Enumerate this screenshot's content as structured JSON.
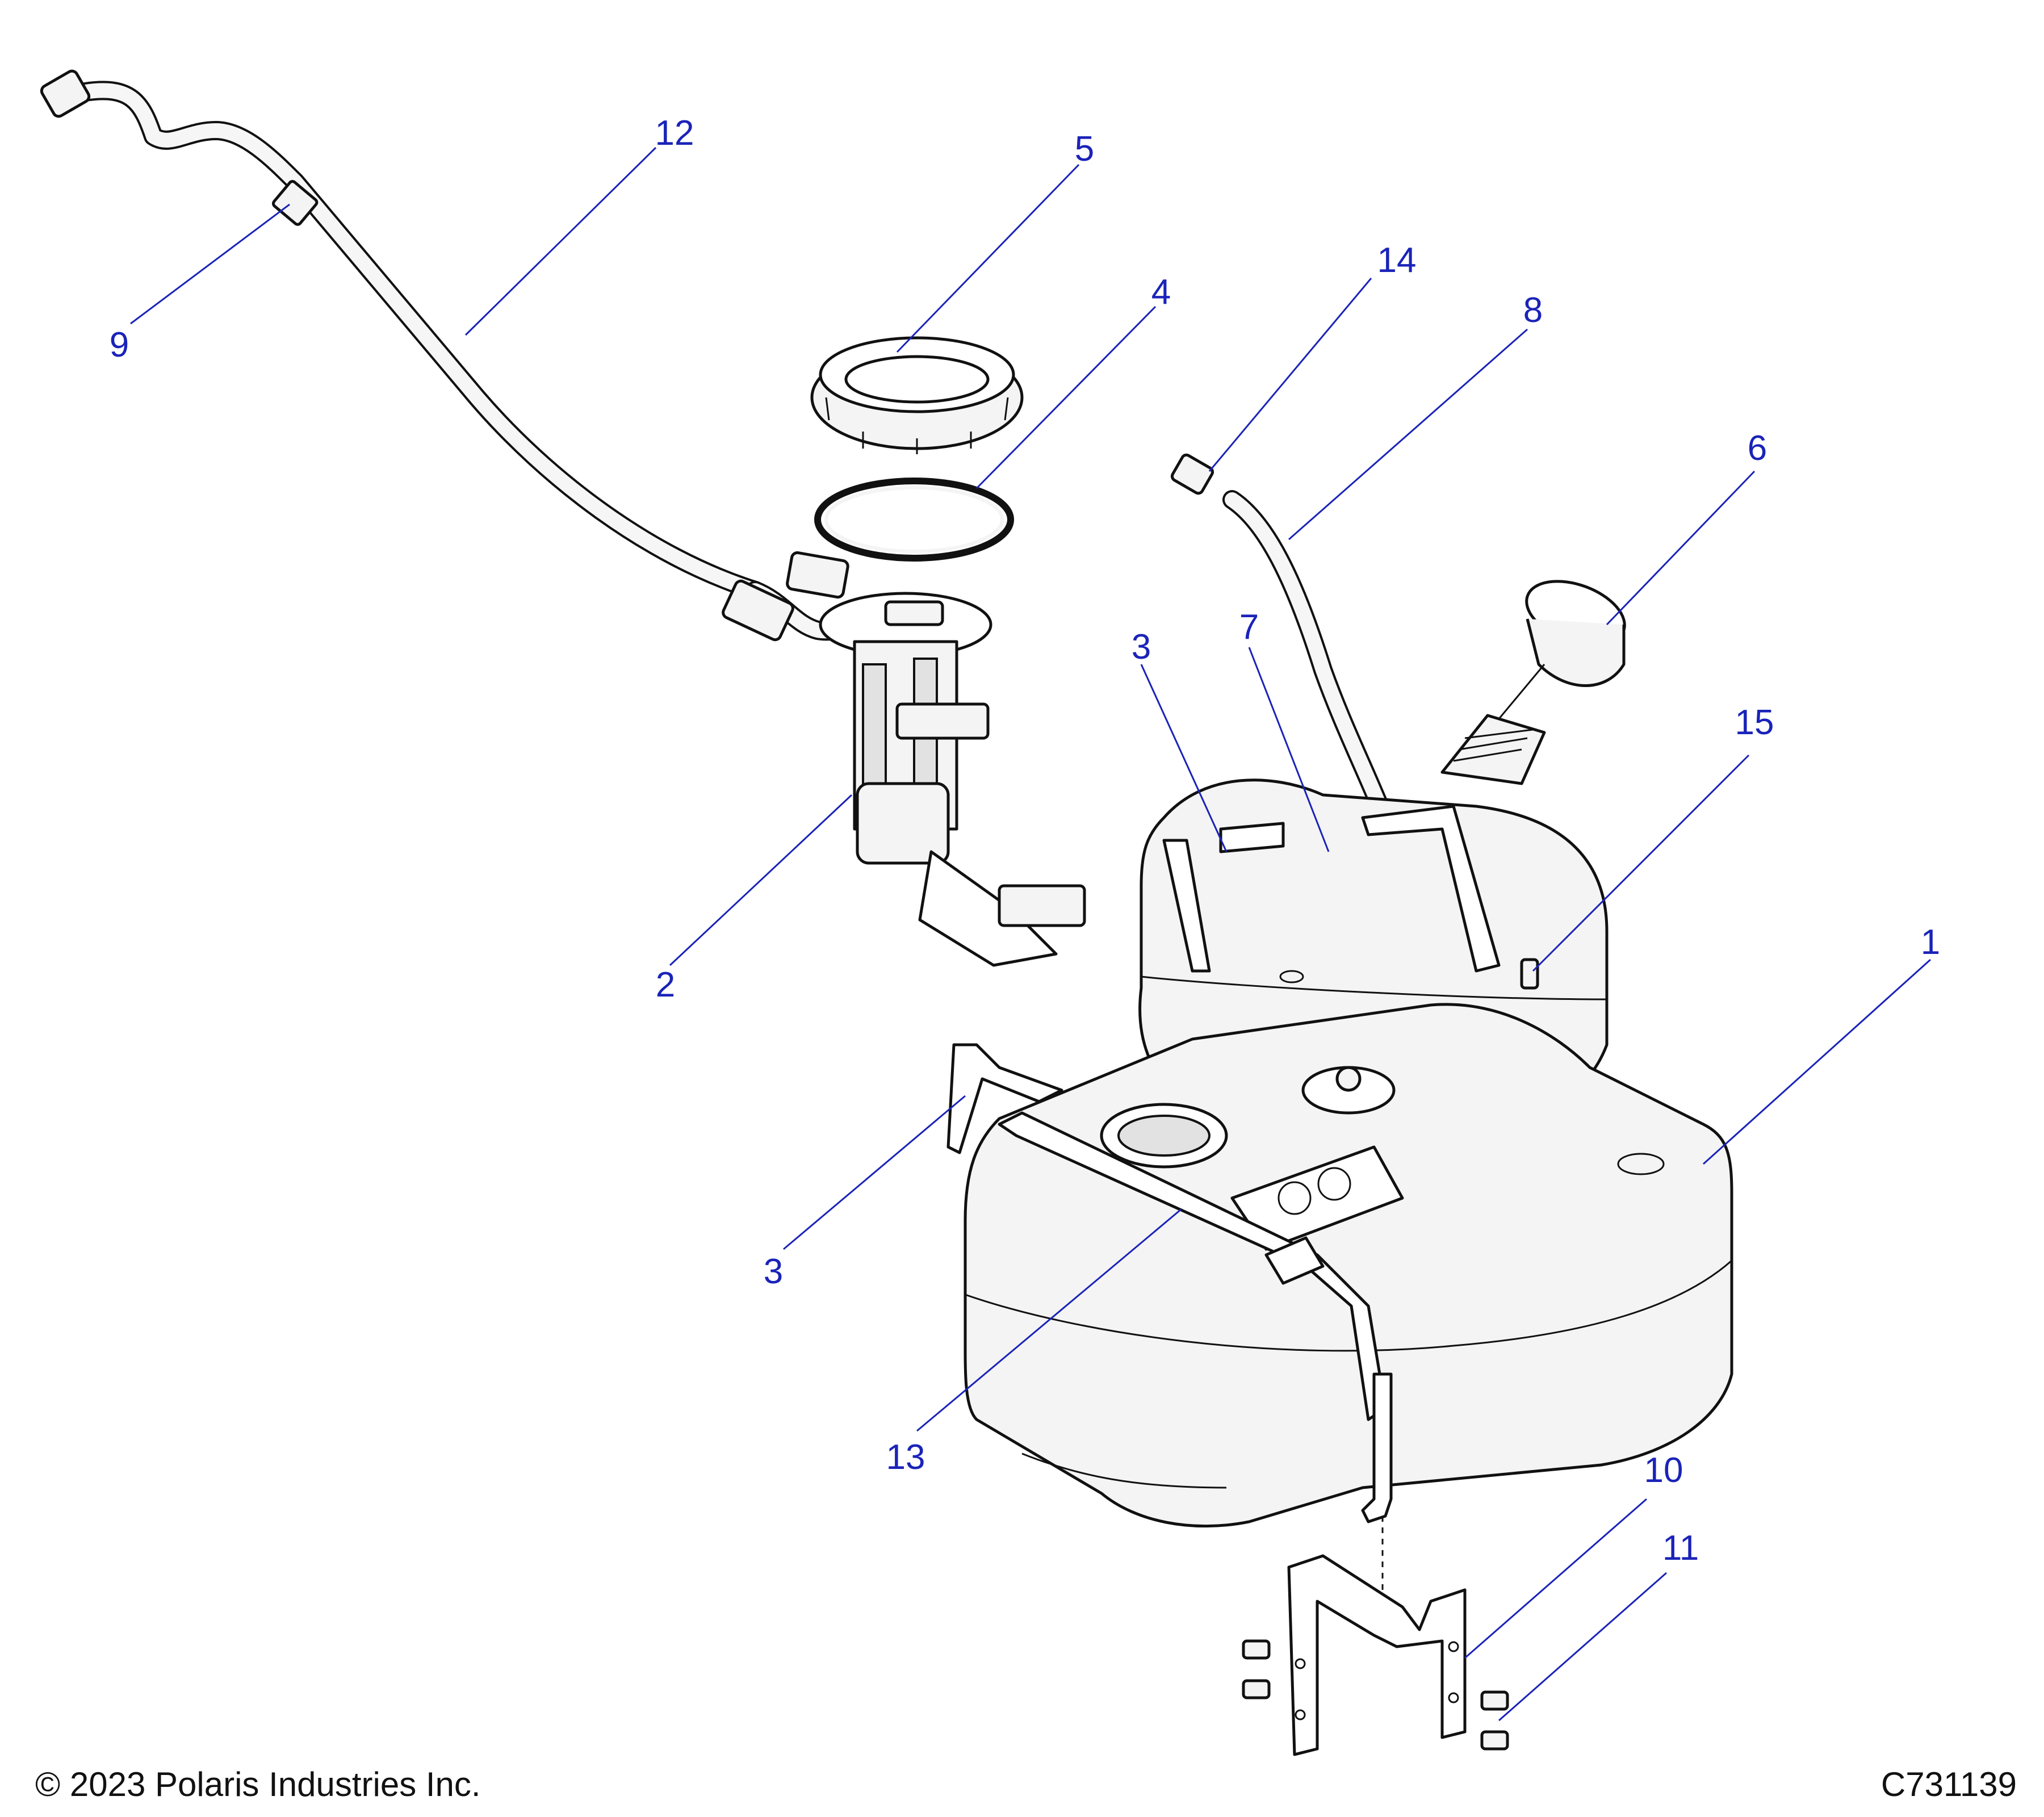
{
  "callouts": {
    "c1": "1",
    "c2": "2",
    "c3a": "3",
    "c3b": "3",
    "c4": "4",
    "c5": "5",
    "c6": "6",
    "c7": "7",
    "c8": "8",
    "c9": "9",
    "c10": "10",
    "c11": "11",
    "c12": "12",
    "c13": "13",
    "c14": "14",
    "c15": "15"
  },
  "footer": {
    "copyright": "© 2023 Polaris Industries Inc.",
    "figure_id": "C731139"
  },
  "colors": {
    "callout": "#1a23b8",
    "line": "#111111",
    "part_fill": "#f4f4f4"
  }
}
